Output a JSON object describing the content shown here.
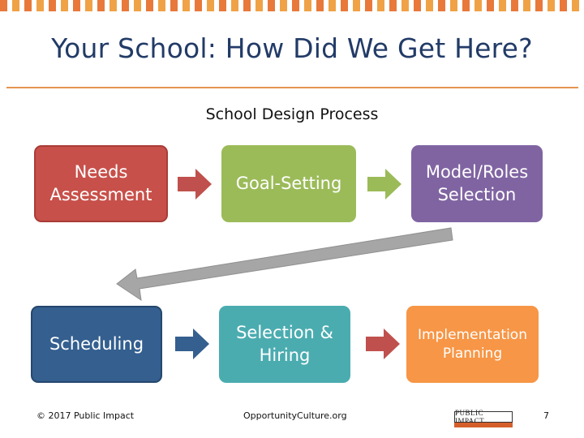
{
  "header": {
    "title": "Your School: How Did We Get Here?"
  },
  "diagram": {
    "subtitle": "School Design Process",
    "steps": [
      {
        "label": "Needs\nAssessment",
        "color": "#c8504a"
      },
      {
        "label": "Goal-Setting",
        "color": "#9bbb59"
      },
      {
        "label": "Model/Roles\nSelection",
        "color": "#8064a2"
      },
      {
        "label": "Scheduling",
        "color": "#345f8f"
      },
      {
        "label": "Selection &\nHiring",
        "color": "#4bacb0"
      },
      {
        "label": "Implementation\nPlanning",
        "color": "#f79646"
      }
    ],
    "connector_colors": {
      "red": "#c0504d",
      "green": "#9bbb59",
      "blue": "#345f8f",
      "gray": "#a6a6a6"
    }
  },
  "footer": {
    "copyright": "© 2017 Public Impact",
    "site": "OpportunityCulture.org",
    "logo_text": "PUBLIC IMPACT",
    "page_number": "7"
  }
}
